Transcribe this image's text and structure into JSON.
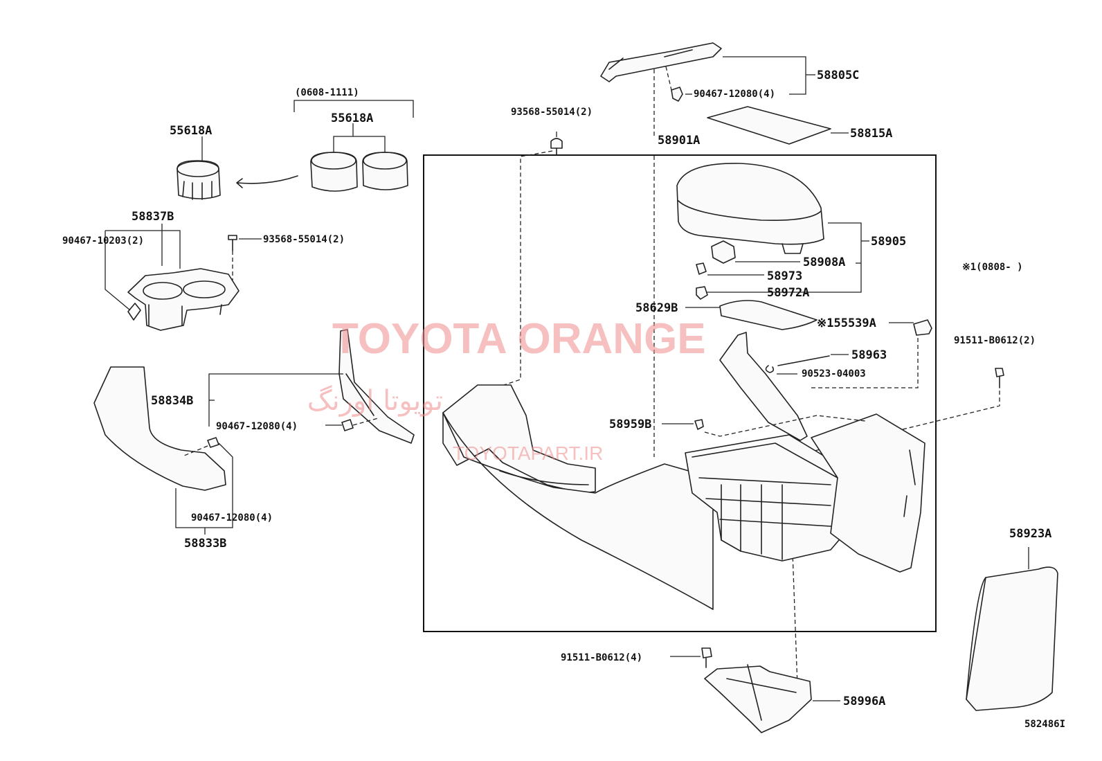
{
  "labels": {
    "p55618A_single": "55618A",
    "p55618A_pair": "55618A",
    "date_range_cupholder": "(0608-1111)",
    "p58837B": "58837B",
    "p90467_10203": "90467-10203(2)",
    "p93568_55014_left": "93568-55014(2)",
    "p93568_55014_top": "93568-55014(2)",
    "p58805C": "58805C",
    "p90467_12080_top": "90467-12080(4)",
    "p58815A": "58815A",
    "p58901A": "58901A",
    "p58905": "58905",
    "p58908A": "58908A",
    "p58973": "58973",
    "p58972A": "58972A",
    "p58629B": "58629B",
    "p155539A": "※155539A",
    "note_x1": "※1(0808-   )",
    "p58963": "58963",
    "p90523_04003": "90523-04003",
    "p91511_B0612_right": "91511-B0612(2)",
    "p58834B": "58834B",
    "p90467_12080_mid": "90467-12080(4)",
    "p58959B": "58959B",
    "p90467_12080_low": "90467-12080(4)",
    "p58833B": "58833B",
    "p58923A": "58923A",
    "p91511_B0612_bottom": "91511-B0612(4)",
    "p58996A": "58996A",
    "diagram_id": "582486I"
  },
  "watermark": {
    "brand": "TOYOTA ORANGE",
    "brand_fa": "تویوتا اورنگ",
    "url": "TOYOTAPART.IR",
    "color": "#f08d8d"
  }
}
